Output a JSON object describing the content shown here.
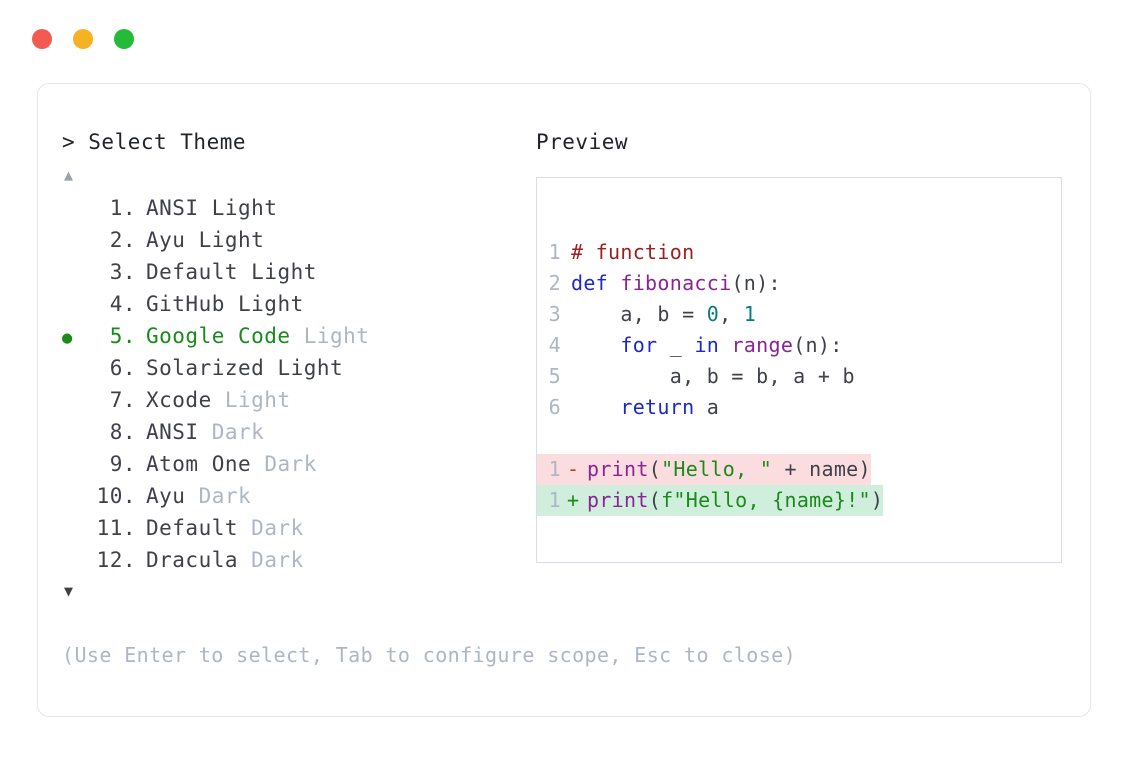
{
  "window": {
    "traffic_lights": [
      {
        "name": "close",
        "color": "#f25a52"
      },
      {
        "name": "minimize",
        "color": "#f5b324"
      },
      {
        "name": "maximize",
        "color": "#24bb38"
      }
    ]
  },
  "left": {
    "prompt": "> Select Theme",
    "scroll_up_icon": "▲",
    "scroll_down_icon": "▼",
    "selected_index": 5,
    "selected_bullet": "●",
    "items": [
      {
        "num": "1.",
        "base": "ANSI",
        "variant": "Light",
        "variant_muted": false,
        "selected": false
      },
      {
        "num": "2.",
        "base": "Ayu",
        "variant": "Light",
        "variant_muted": false,
        "selected": false
      },
      {
        "num": "3.",
        "base": "Default",
        "variant": "Light",
        "variant_muted": false,
        "selected": false
      },
      {
        "num": "4.",
        "base": "GitHub",
        "variant": "Light",
        "variant_muted": false,
        "selected": false
      },
      {
        "num": "5.",
        "base": "Google Code",
        "variant": "Light",
        "variant_muted": true,
        "selected": true
      },
      {
        "num": "6.",
        "base": "Solarized",
        "variant": "Light",
        "variant_muted": false,
        "selected": false
      },
      {
        "num": "7.",
        "base": "Xcode",
        "variant": "Light",
        "variant_muted": true,
        "selected": false
      },
      {
        "num": "8.",
        "base": "ANSI",
        "variant": "Dark",
        "variant_muted": true,
        "selected": false
      },
      {
        "num": "9.",
        "base": "Atom One",
        "variant": "Dark",
        "variant_muted": true,
        "selected": false
      },
      {
        "num": "10.",
        "base": "Ayu",
        "variant": "Dark",
        "variant_muted": true,
        "selected": false
      },
      {
        "num": "11.",
        "base": "Default",
        "variant": "Dark",
        "variant_muted": true,
        "selected": false
      },
      {
        "num": "12.",
        "base": "Dracula",
        "variant": "Dark",
        "variant_muted": true,
        "selected": false
      }
    ],
    "hint": "(Use Enter to select, Tab to configure scope, Esc to close)"
  },
  "right": {
    "label": "Preview",
    "code_lines": [
      {
        "ln": "1",
        "tokens": [
          {
            "t": "# function",
            "c": "comment"
          }
        ]
      },
      {
        "ln": "2",
        "tokens": [
          {
            "t": "def ",
            "c": "keyword"
          },
          {
            "t": "fibonacci",
            "c": "func"
          },
          {
            "t": "(n):",
            "c": "plain"
          }
        ]
      },
      {
        "ln": "3",
        "tokens": [
          {
            "t": "    a, b = ",
            "c": "plain"
          },
          {
            "t": "0",
            "c": "number"
          },
          {
            "t": ", ",
            "c": "plain"
          },
          {
            "t": "1",
            "c": "number"
          }
        ]
      },
      {
        "ln": "4",
        "tokens": [
          {
            "t": "    ",
            "c": "plain"
          },
          {
            "t": "for",
            "c": "keyword"
          },
          {
            "t": " _ ",
            "c": "plain"
          },
          {
            "t": "in",
            "c": "keyword"
          },
          {
            "t": " ",
            "c": "plain"
          },
          {
            "t": "range",
            "c": "builtin"
          },
          {
            "t": "(n):",
            "c": "plain"
          }
        ]
      },
      {
        "ln": "5",
        "tokens": [
          {
            "t": "        a, b = b, a + b",
            "c": "plain"
          }
        ]
      },
      {
        "ln": "6",
        "tokens": [
          {
            "t": "    ",
            "c": "plain"
          },
          {
            "t": "return",
            "c": "keyword"
          },
          {
            "t": " a",
            "c": "plain"
          }
        ]
      }
    ],
    "diff_lines": [
      {
        "ln": "1",
        "sign": "-",
        "kind": "minus",
        "bg": "#fbdde0",
        "tokens": [
          {
            "t": "print",
            "c": "builtin"
          },
          {
            "t": "(",
            "c": "plain"
          },
          {
            "t": "\"Hello, \"",
            "c": "string"
          },
          {
            "t": " + name)",
            "c": "plain"
          }
        ]
      },
      {
        "ln": "1",
        "sign": "+",
        "kind": "plus",
        "bg": "#cfeedc",
        "tokens": [
          {
            "t": "print",
            "c": "builtin"
          },
          {
            "t": "(",
            "c": "plain"
          },
          {
            "t": "f\"Hello, {name}!\"",
            "c": "string"
          },
          {
            "t": ")",
            "c": "plain"
          }
        ]
      }
    ]
  }
}
